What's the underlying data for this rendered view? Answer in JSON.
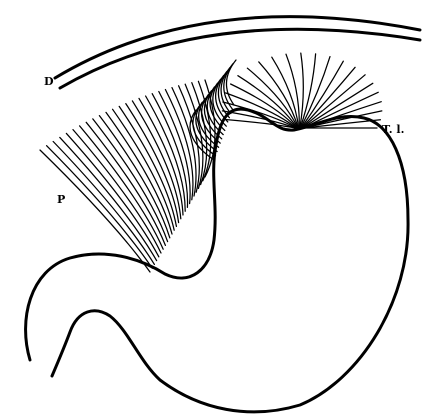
{
  "labels": {
    "d": "D",
    "p": "P",
    "t1": "T. l."
  }
}
